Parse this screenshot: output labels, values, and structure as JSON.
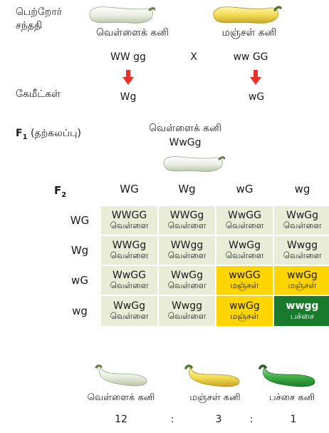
{
  "parents": {
    "label_line1": "பெற்றோர்",
    "label_line2": "சந்ததி",
    "left_fruit": "வெள்ளைக் கனி",
    "right_fruit": "மஞ்சள் கனி",
    "left_genotype": "WW gg",
    "cross": "X",
    "right_genotype": "ww GG"
  },
  "gametes": {
    "label": "கேமீட்கள்",
    "left": "Wg",
    "right": "wG"
  },
  "f1": {
    "label_main": "F",
    "label_sub": "1",
    "label_rest": " (தற்கலப்பு)",
    "fruit": "வெள்ளைக் கனி",
    "genotype": "WwGg"
  },
  "f2": {
    "label_main": "F",
    "label_sub": "2",
    "col_headers": [
      "WG",
      "Wg",
      "wG",
      "wg"
    ],
    "row_headers": [
      "WG",
      "Wg",
      "wG",
      "wg"
    ],
    "cells": [
      [
        {
          "g": "WWGG",
          "c": "வெள்ளை"
        },
        {
          "g": "WWGg",
          "c": "வெள்ளை"
        },
        {
          "g": "WwGG",
          "c": "வெள்ளை"
        },
        {
          "g": "WwGg",
          "c": "வெள்ளை"
        }
      ],
      [
        {
          "g": "WWGg",
          "c": "வெள்ளை"
        },
        {
          "g": "WWgg",
          "c": "வெள்ளை"
        },
        {
          "g": "WwGg",
          "c": "வெள்ளை"
        },
        {
          "g": "Wwgg",
          "c": "வெள்ளை"
        }
      ],
      [
        {
          "g": "WwGG",
          "c": "வெள்ளை"
        },
        {
          "g": "WwGg",
          "c": "வெள்ளை"
        },
        {
          "g": "wwGG",
          "c": "மஞ்சள்"
        },
        {
          "g": "wwGg",
          "c": "மஞ்சள்"
        }
      ],
      [
        {
          "g": "WwGg",
          "c": "வெள்ளை"
        },
        {
          "g": "Wwgg",
          "c": "வெள்ளை"
        },
        {
          "g": "wwGg",
          "c": "மஞ்சள்"
        },
        {
          "g": "wwgg",
          "c": "பச்சை"
        }
      ]
    ]
  },
  "ratio": {
    "white_label": "வெள்ளைக் கனி",
    "yellow_label": "மஞ்சள் கனி",
    "green_label": "பச்சை கனி",
    "white_value": "12",
    "yellow_value": "3",
    "green_value": "1",
    "separator": ":"
  },
  "colors": {
    "white_cell": "#e9ecd6",
    "yellow_cell": "#ffd500",
    "green_cell": "#187a2a",
    "arrow": "#e8322b"
  }
}
